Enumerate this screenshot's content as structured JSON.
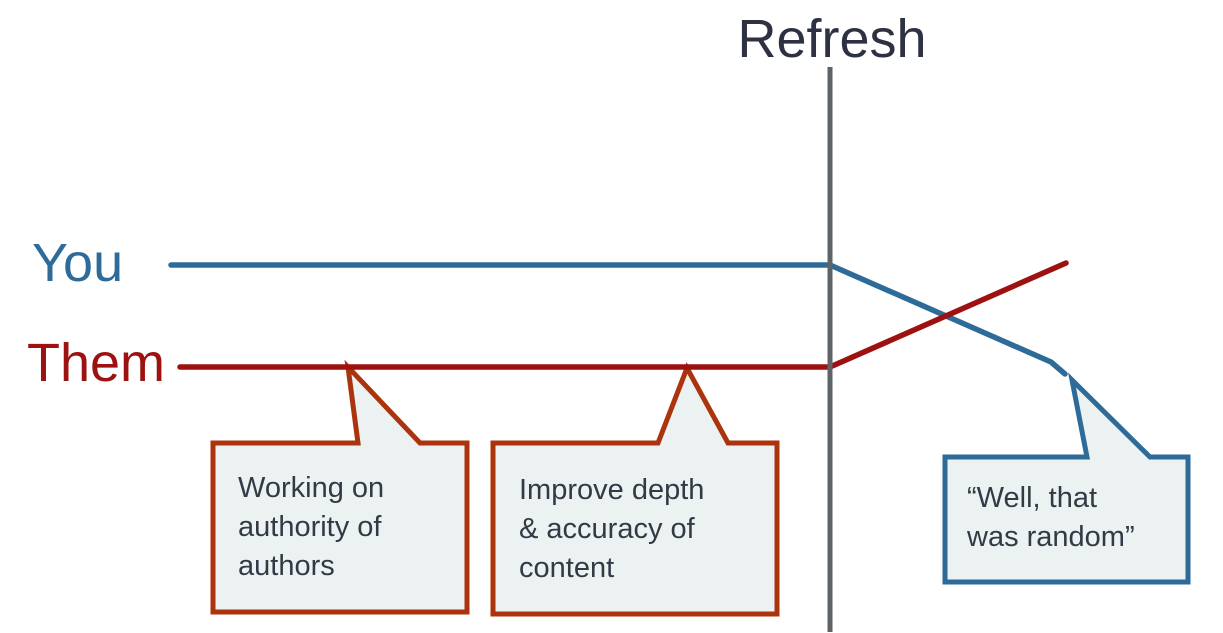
{
  "title": "Refresh",
  "series_labels": {
    "you": "You",
    "them": "Them"
  },
  "callouts": [
    {
      "id": "authority",
      "text": "Working on\nauthority of\nauthors"
    },
    {
      "id": "content",
      "text": "Improve depth\n& accuracy of\ncontent"
    },
    {
      "id": "random",
      "text": "“Well, that\nwas random”"
    }
  ],
  "colors": {
    "you_blue": "#2e6b99",
    "them_red": "#9d1110",
    "callout_border_red": "#ab330e",
    "callout_fill": "#ebf2f1",
    "event_line_gray": "#5d6367",
    "title_text": "#2d3142",
    "callout_text": "#333a45"
  }
}
